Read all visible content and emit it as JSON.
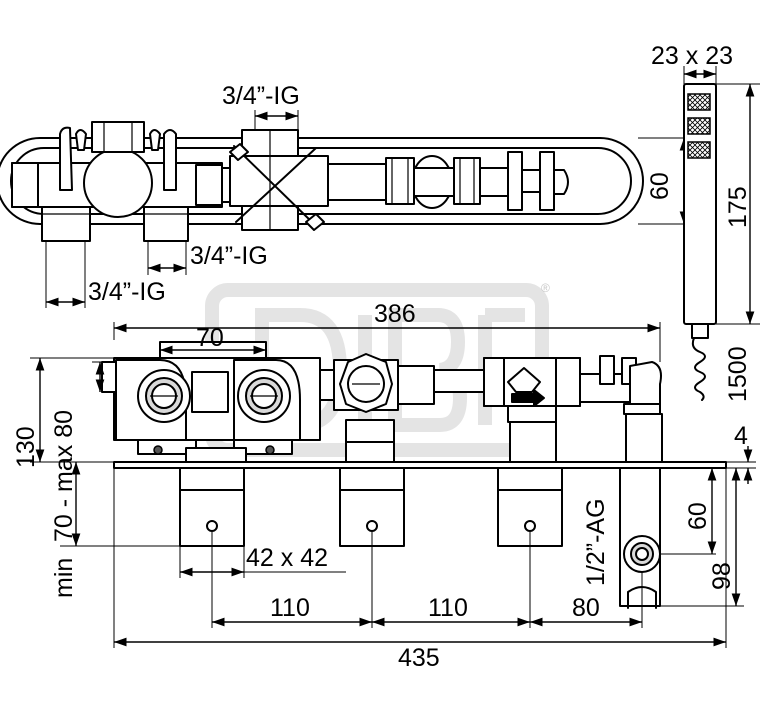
{
  "brand": {
    "mark": "®"
  },
  "labels": {
    "ig_top": "3/4”-IG",
    "ig_mid": "3/4”-IG",
    "ig_bottom": "3/4”-IG",
    "handle_section": "23 x 23",
    "dim_60_top": "60",
    "dim_175": "175",
    "dim_1500": "1500",
    "dim_386": "386",
    "dim_70": "70",
    "dim_130": "130",
    "dim_70_max80": "70 - max 80",
    "dim_min": "min",
    "dim_4": "4",
    "dim_42x42": "42 x 42",
    "dim_half_ag": "1/2”-AG",
    "dim_60_side": "60",
    "dim_98": "98",
    "dim_110_a": "110",
    "dim_110_b": "110",
    "dim_80": "80",
    "dim_435": "435"
  }
}
